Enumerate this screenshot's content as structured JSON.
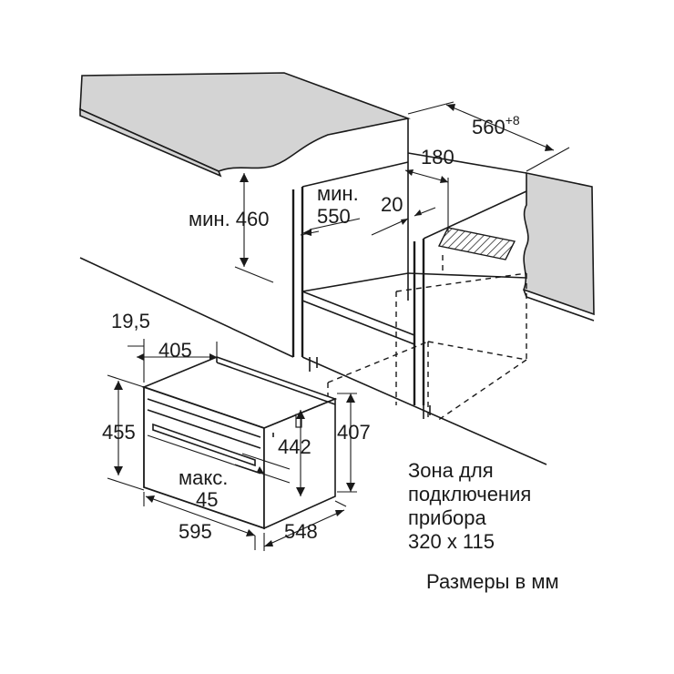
{
  "labels": {
    "width_niche": "560",
    "width_niche_tol": "+8",
    "depth_180": "180",
    "min_460": "мин. 460",
    "min_550_a": "мин.",
    "min_550_b": "550",
    "gap_20": "20",
    "dim_19_5": "19,5",
    "dim_405": "405",
    "dim_455": "455",
    "dim_442": "442",
    "dim_407": "407",
    "max_a": "макс.",
    "max_b": "45",
    "dim_595": "595",
    "dim_548": "548",
    "zone_1": "Зона для",
    "zone_2": "подключения",
    "zone_3": "прибора",
    "zone_4": "320 x 115",
    "units": "Размеры в мм"
  },
  "colors": {
    "line": "#1a1a1a",
    "countertop": "#d4d4d4",
    "background": "#ffffff"
  }
}
